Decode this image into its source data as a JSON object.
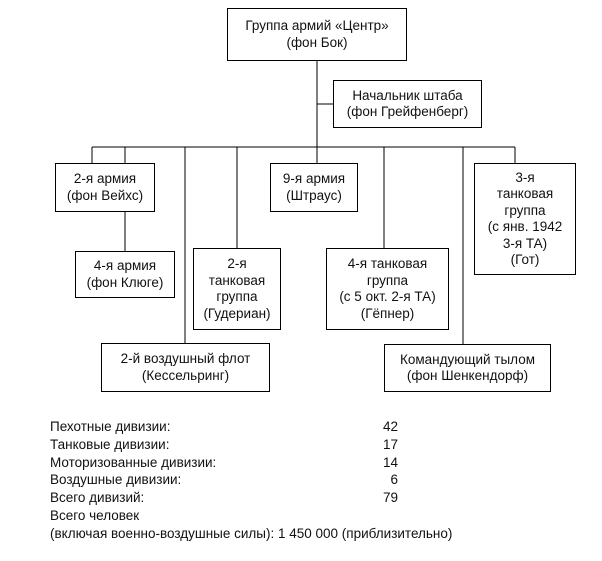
{
  "org_chart": {
    "root": {
      "lines": [
        "Группа армий «Центр»",
        "(фон Бок)"
      ]
    },
    "chief_of_staff": {
      "lines": [
        "Начальник штаба",
        "(фон Грейфенберг)"
      ]
    },
    "army_2": {
      "lines": [
        "2-я армия",
        "(фон Вейхс)"
      ]
    },
    "army_4": {
      "lines": [
        "4-я армия",
        "(фон Клюге)"
      ]
    },
    "panzer_group_2": {
      "lines": [
        "2-я",
        "танковая",
        "группа",
        "(Гудериан)"
      ]
    },
    "air_fleet_2": {
      "lines": [
        "2-й воздушный флот",
        "(Кессельринг)"
      ]
    },
    "army_9": {
      "lines": [
        "9-я армия",
        "(Штраус)"
      ]
    },
    "panzer_group_4": {
      "lines": [
        "4-я танковая",
        "группа",
        "(с 5 окт. 2-я ТА)",
        "(Гёпнер)"
      ]
    },
    "rear_commander": {
      "lines": [
        "Командующий тылом",
        "(фон Шенкендорф)"
      ]
    },
    "panzer_group_3": {
      "lines": [
        "3-я",
        "танковая",
        "группа",
        "(с янв. 1942",
        "3-я ТА)",
        "(Гот)"
      ]
    }
  },
  "stats": {
    "infantry_label": "Пехотные дивизии:",
    "infantry_value": "42",
    "tank_label": "Танковые дивизии:",
    "tank_value": "17",
    "motorized_label": "Моторизованные дивизии:",
    "motorized_value": "14",
    "airborne_label": "Воздушные дивизии:",
    "airborne_value": "6",
    "total_label": "Всего дивизий:",
    "total_value": "79",
    "personnel_label": "Всего человек",
    "personnel_line": "(включая военно-воздушные силы): 1 450 000 (приблизительно)"
  }
}
